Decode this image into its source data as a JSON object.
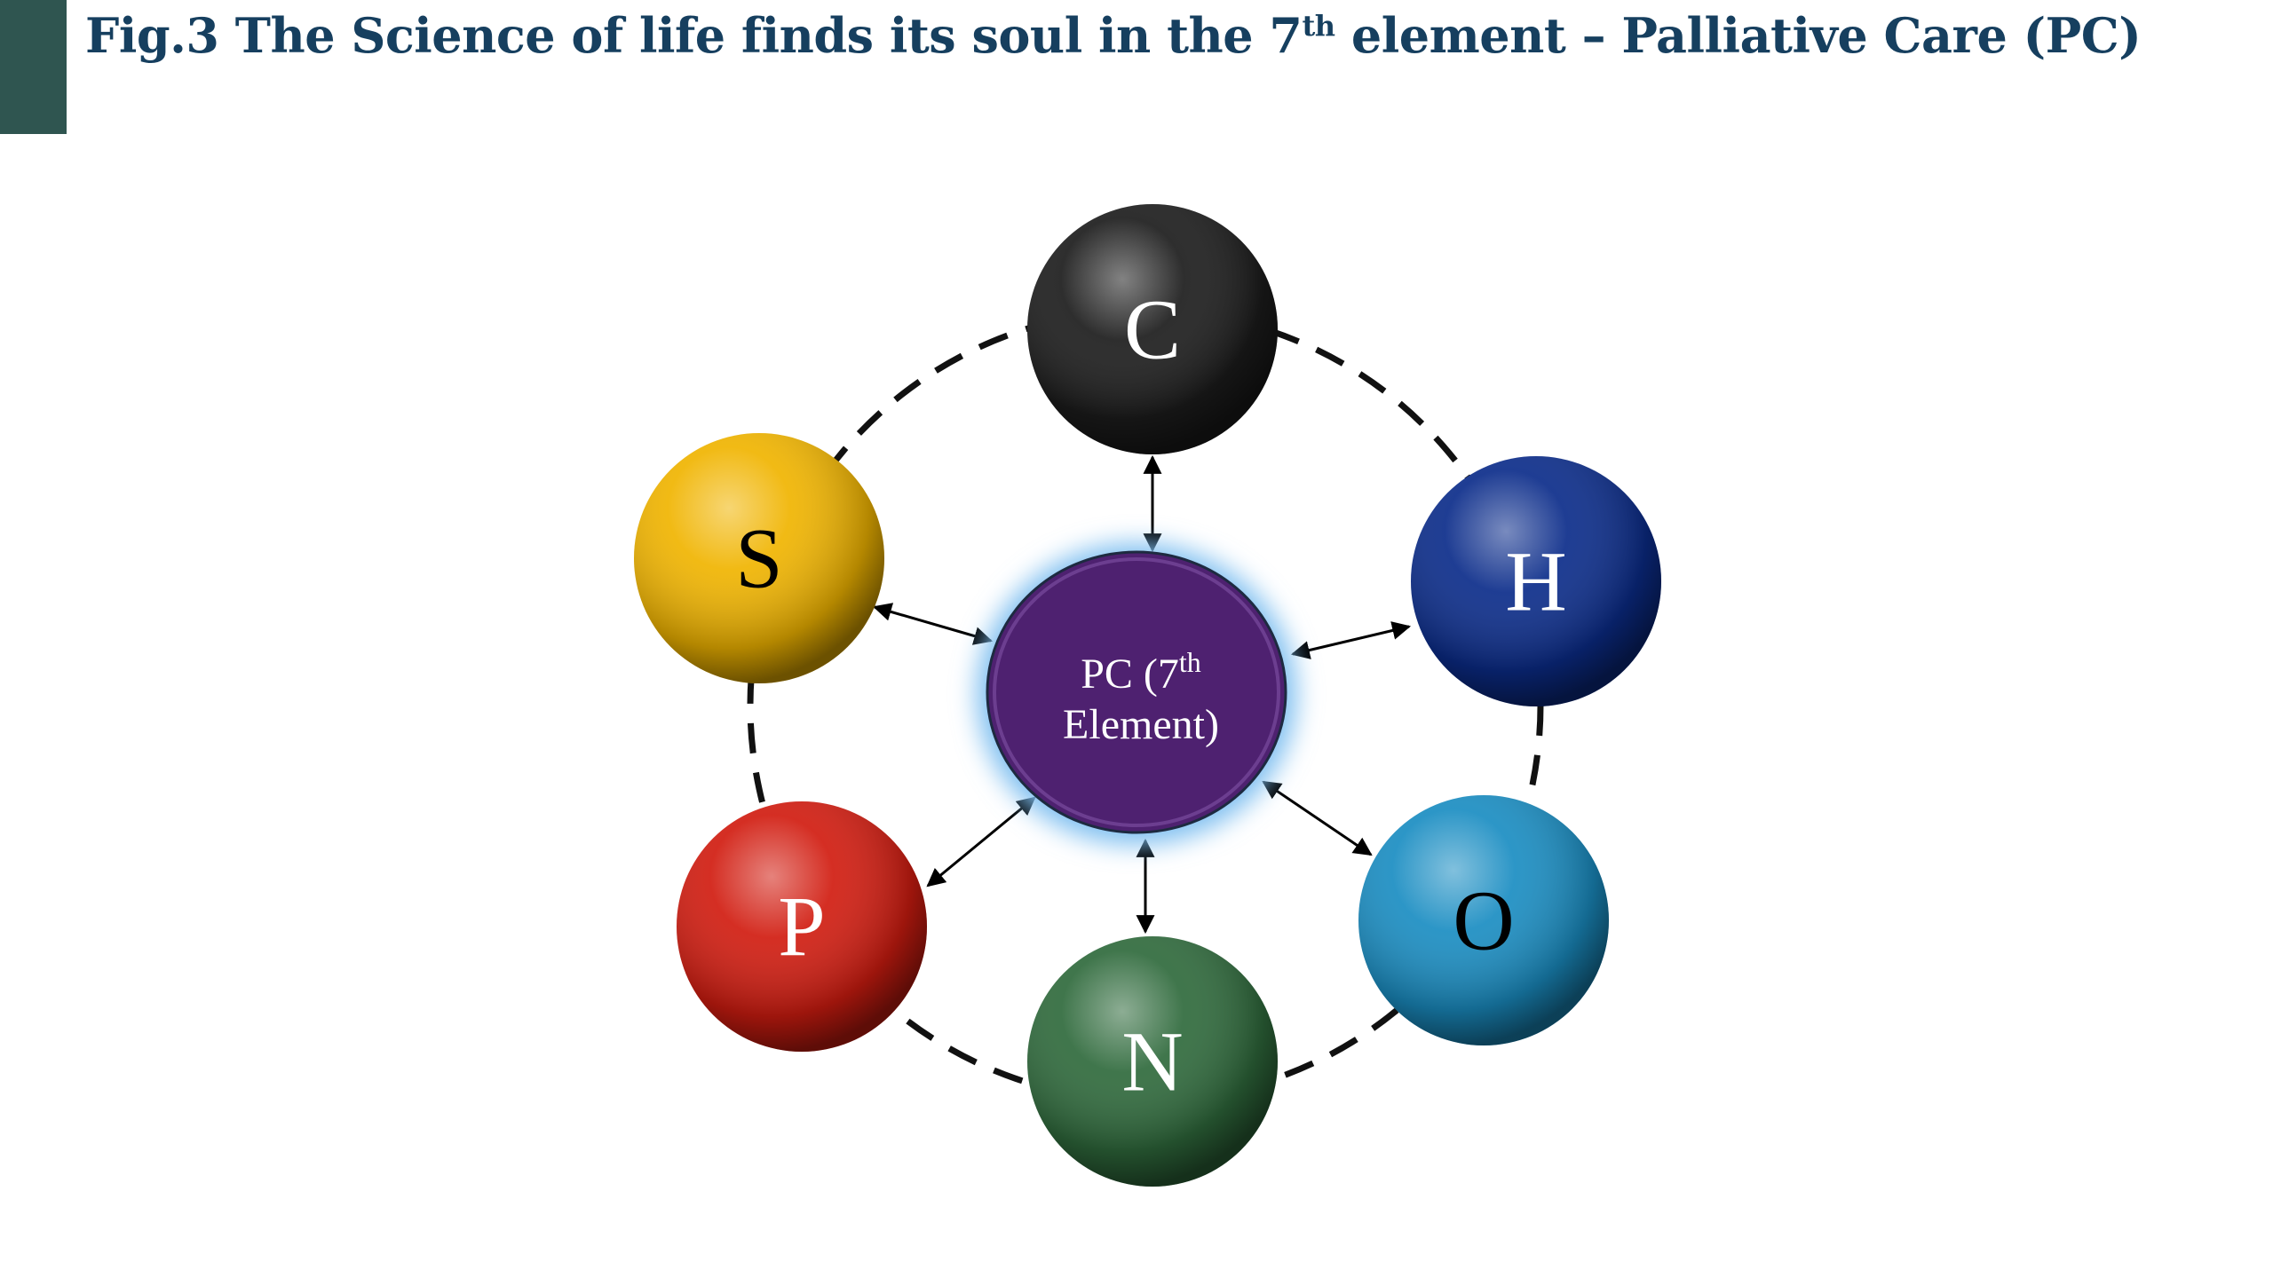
{
  "title": {
    "prefix": "Fig.3 The Science of life finds its soul in the 7",
    "superscript": "th",
    "suffix": " element – Palliative Care (PC)"
  },
  "center": {
    "line1": "PC (7",
    "line1_sup": "th",
    "line2": "Element)",
    "color": "#4e2170",
    "glow": "#7fbff0"
  },
  "elements": [
    {
      "label": "C",
      "color": "#1c1c1c",
      "text_color": "#ffffff"
    },
    {
      "label": "H",
      "color": "#0b2c8a",
      "text_color": "#ffffff"
    },
    {
      "label": "O",
      "color": "#1a8dc2",
      "text_color": "#000000"
    },
    {
      "label": "N",
      "color": "#2f6a3c",
      "text_color": "#ffffff"
    },
    {
      "label": "P",
      "color": "#d11c10",
      "text_color": "#ffffff"
    },
    {
      "label": "S",
      "color": "#f0b400",
      "text_color": "#000000"
    }
  ]
}
